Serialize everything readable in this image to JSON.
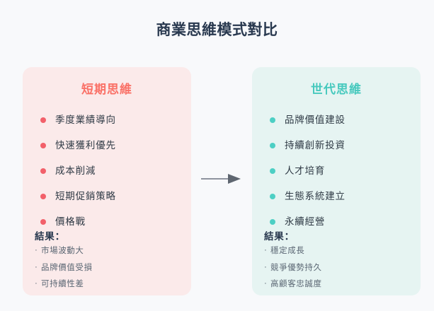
{
  "title": "商業思維模式對比",
  "colors": {
    "page_background": "#f8f9fb",
    "title_text": "#29394f",
    "left_card_background": "#fbeaea",
    "left_accent": "#fa7268",
    "left_bullet": "#f2606a",
    "right_card_background": "#e6f4f2",
    "right_accent": "#47c9be",
    "right_bullet": "#4dcfc4",
    "arrow": "#6b7280",
    "item_text": "#2f3a45",
    "footer_text": "#5a6673"
  },
  "arrow": {
    "icon": "arrow-right-icon",
    "direction": "right"
  },
  "left_card": {
    "header": "短期思維",
    "items": [
      {
        "label": "季度業績導向"
      },
      {
        "label": "快速獲利優先"
      },
      {
        "label": "成本削減"
      },
      {
        "label": "短期促銷策略"
      },
      {
        "label": "價格戰"
      }
    ],
    "footer": {
      "title": "結果：",
      "items": [
        {
          "label": "市場波動大"
        },
        {
          "label": "品牌價值受損"
        },
        {
          "label": "可持續性差"
        }
      ]
    }
  },
  "right_card": {
    "header": "世代思維",
    "items": [
      {
        "label": "品牌價值建設"
      },
      {
        "label": "持續創新投資"
      },
      {
        "label": "人才培育"
      },
      {
        "label": "生態系統建立"
      },
      {
        "label": "永續經營"
      }
    ],
    "footer": {
      "title": "結果：",
      "items": [
        {
          "label": "穩定成長"
        },
        {
          "label": "競爭優勢持久"
        },
        {
          "label": "高顧客忠誠度"
        }
      ]
    }
  }
}
